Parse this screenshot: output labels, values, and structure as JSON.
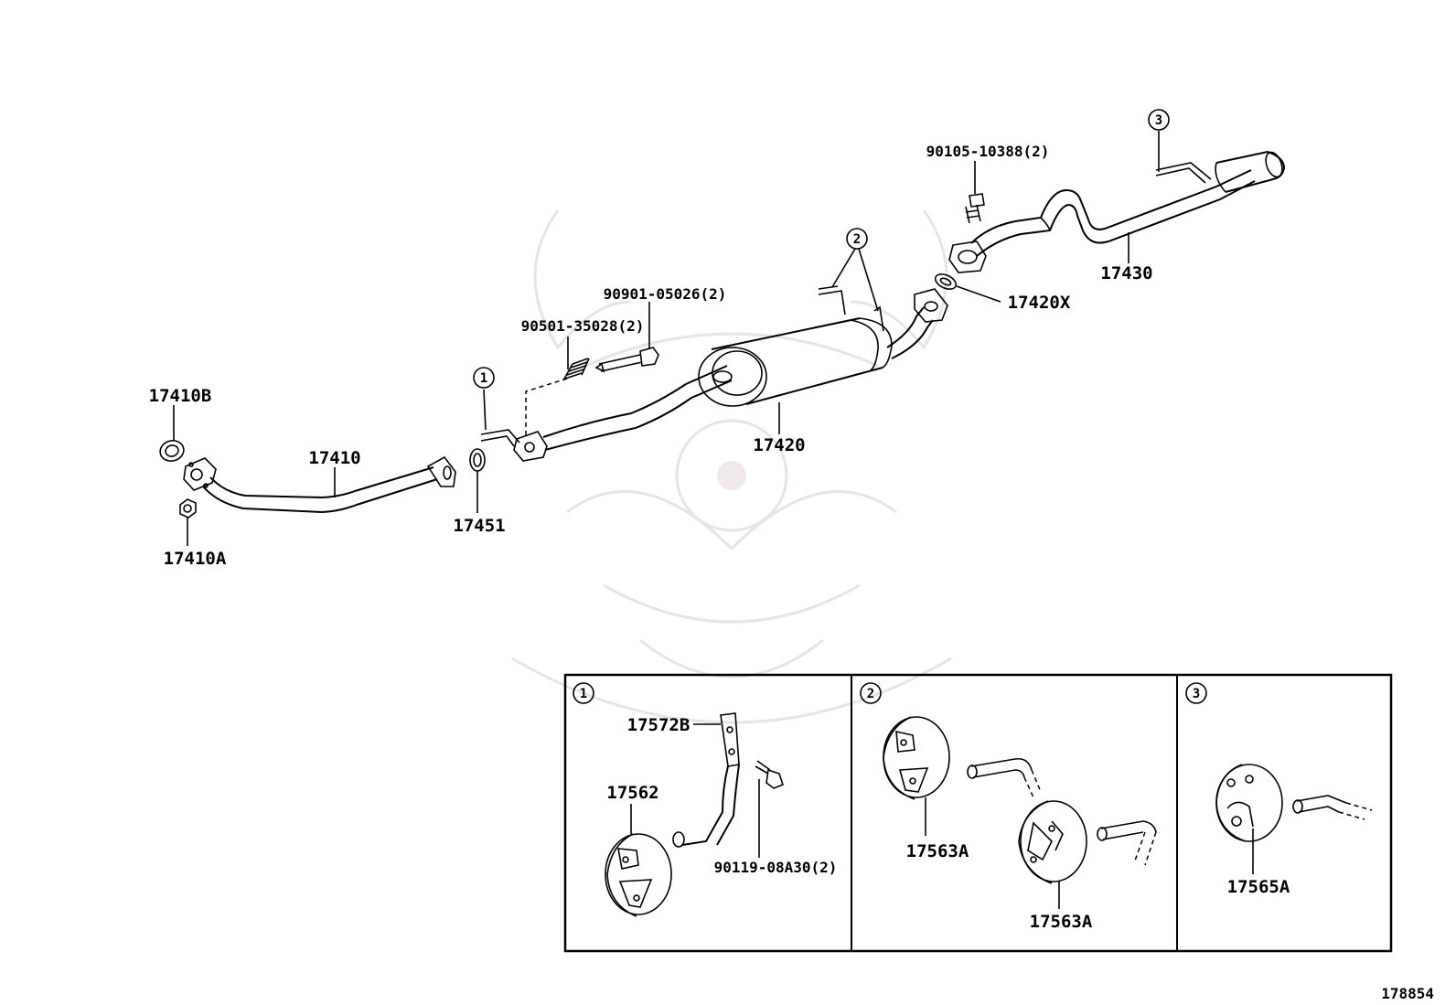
{
  "diagram_id": "178854",
  "parts": {
    "p17410": "17410",
    "p17410A": "17410A",
    "p17410B": "17410B",
    "p17451": "17451",
    "p17420": "17420",
    "p17420X": "17420X",
    "p17430": "17430",
    "p90501": "90501-35028(2)",
    "p90901": "90901-05026(2)",
    "p90105": "90105-10388(2)"
  },
  "markers": {
    "m1": "1",
    "m2": "2",
    "m3": "3"
  },
  "insets": [
    {
      "marker": "1",
      "labels": {
        "bracket": "17572B",
        "hanger": "17562",
        "bolt": "90119-08A30(2)"
      }
    },
    {
      "marker": "2",
      "labels": {
        "hanger_a": "17563A",
        "hanger_b": "17563A"
      }
    },
    {
      "marker": "3",
      "labels": {
        "hanger": "17565A"
      }
    }
  ]
}
